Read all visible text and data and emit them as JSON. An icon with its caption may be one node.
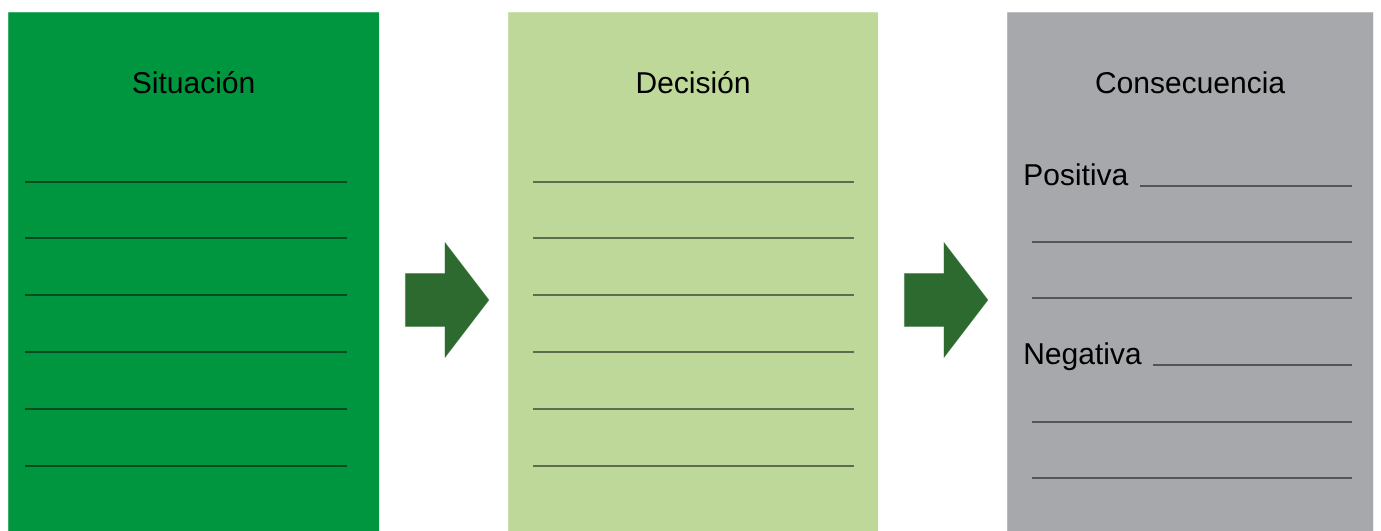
{
  "diagram": {
    "nodes": [
      {
        "text": [
          "Situación"
        ]
      },
      {
        "text": [
          "Decisión"
        ]
      },
      {
        "text": [
          "Consecuencia",
          "Positiva",
          "Negativa"
        ]
      }
    ],
    "edges": [
      {
        "from": 0,
        "to": 1,
        "arrow": "to"
      },
      {
        "from": 1,
        "to": 2,
        "arrow": "to"
      }
    ]
  }
}
